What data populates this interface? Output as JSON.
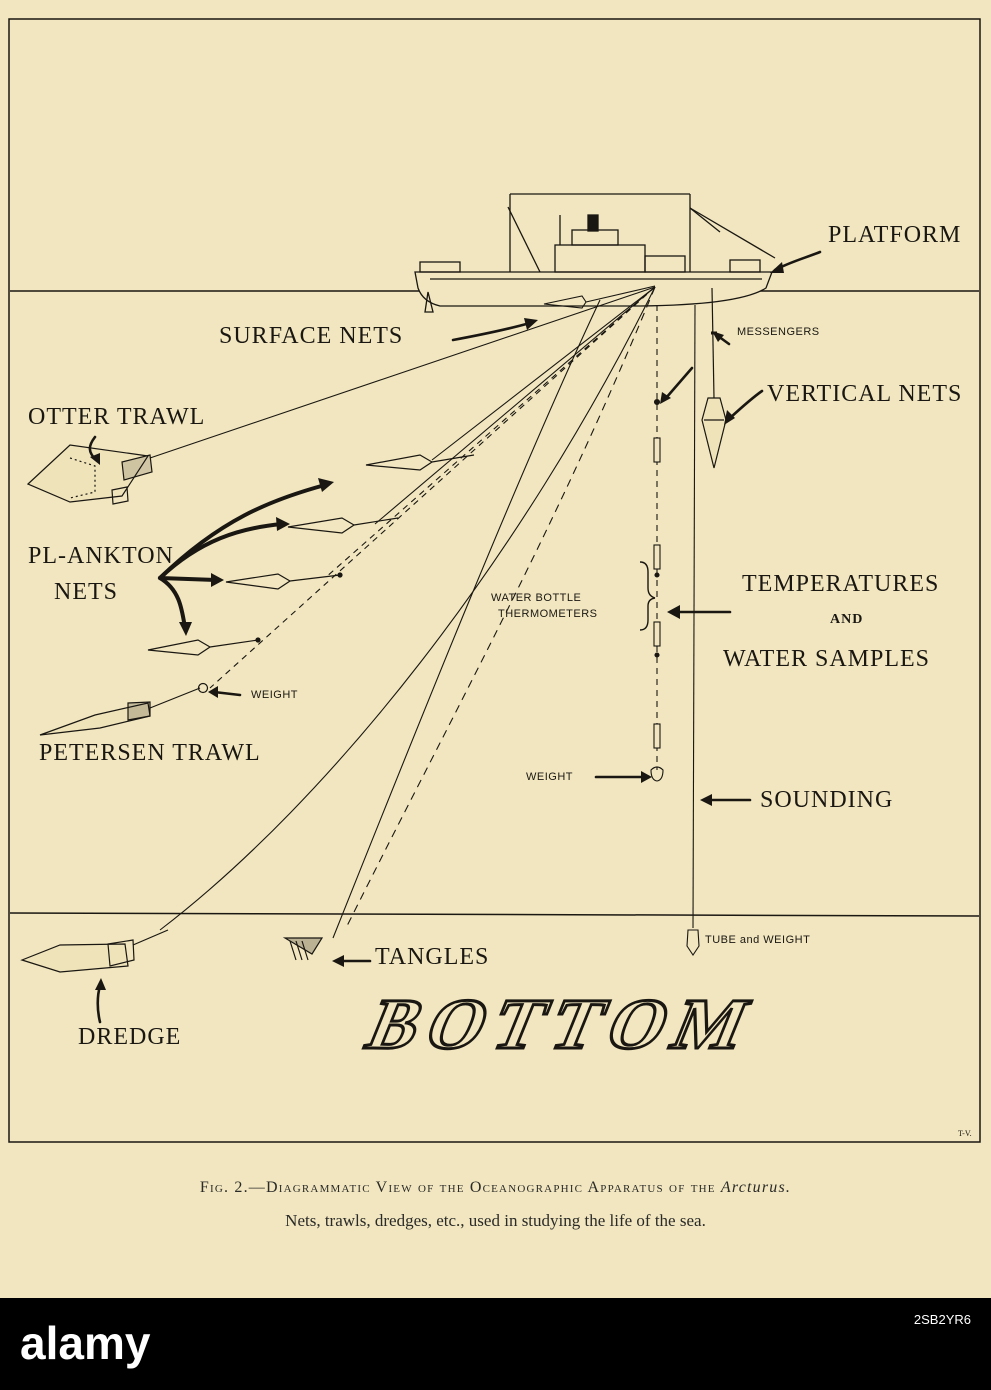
{
  "labels": {
    "platform": "PLATFORM",
    "surface_nets": "SURFACE NETS",
    "messengers": "MESSENGERS",
    "vertical_nets": "VERTICAL NETS",
    "otter_trawl": "OTTER TRAWL",
    "plankton_line1": "PL-ANKTON",
    "plankton_line2": "NETS",
    "water_bottle": "WATER BOTTLE",
    "thermometers": "THERMOMETERS",
    "temperatures": "TEMPERATURES",
    "and": "AND",
    "water_samples": "WATER SAMPLES",
    "weight_left": "WEIGHT",
    "petersen_trawl": "PETERSEN TRAWL",
    "weight_center": "WEIGHT",
    "sounding": "SOUNDING",
    "tube_weight": "TUBE and WEIGHT",
    "tangles": "TANGLES",
    "dredge": "DREDGE",
    "bottom": "BOTTOM",
    "initials": "T-V."
  },
  "caption": {
    "line1_prefix": "Fig. 2.—Diagrammatic View of the Oceanographic Apparatus of the ",
    "line1_ship": "Arcturus.",
    "line2": "Nets, trawls, dredges, etc., used in studying the life of the sea."
  },
  "footer": {
    "brand": "alamy",
    "image_id": "2SB2YR6"
  },
  "colors": {
    "paper": "#f1e6bf",
    "ink": "#1a1712",
    "footer_bg": "#000000"
  }
}
